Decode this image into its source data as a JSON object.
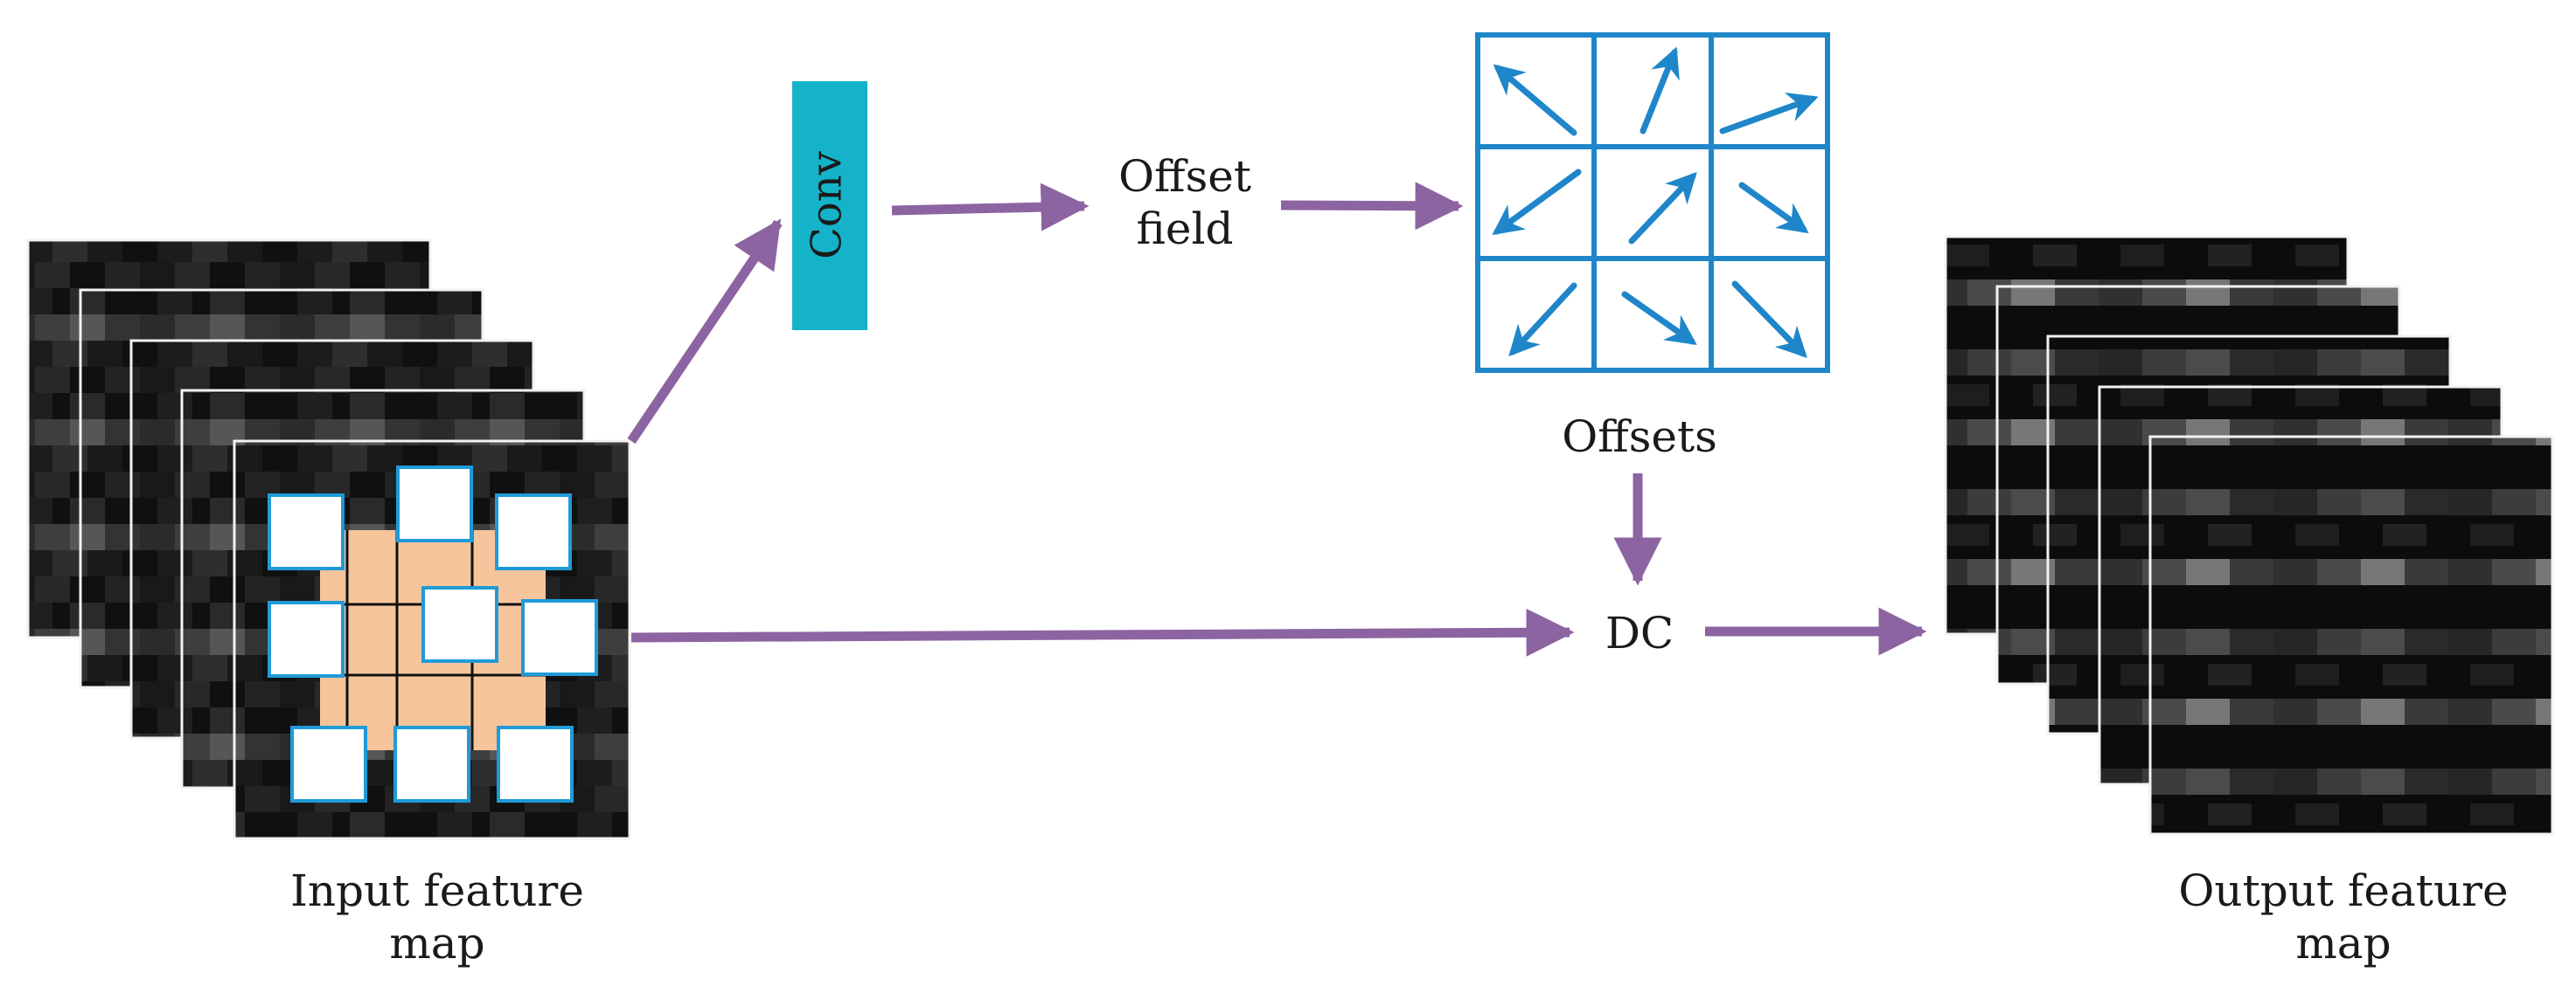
{
  "labels": {
    "conv": "Conv",
    "offset_field_line1": "Offset",
    "offset_field_line2": "field",
    "offsets": "Offsets",
    "dc": "DC",
    "input_line1": "Input feature",
    "input_line2": "map",
    "output_line1": "Output feature",
    "output_line2": "map"
  },
  "colors": {
    "arrow": "#8c64a2",
    "conv_box": "#14b3c9",
    "offset_grid": "#1f86c9",
    "kernel_region": "#f6c59c",
    "sample_box_border": "#1f9bd8",
    "feature_map_bg": "#111111"
  },
  "icons": {
    "offset_arrows": [
      "arrow-up-left-icon",
      "arrow-up-icon",
      "arrow-up-right-icon",
      "arrow-down-left-icon",
      "arrow-up-right-icon",
      "arrow-down-right-icon",
      "arrow-down-left-icon",
      "arrow-down-right-icon",
      "arrow-down-right-icon"
    ]
  }
}
